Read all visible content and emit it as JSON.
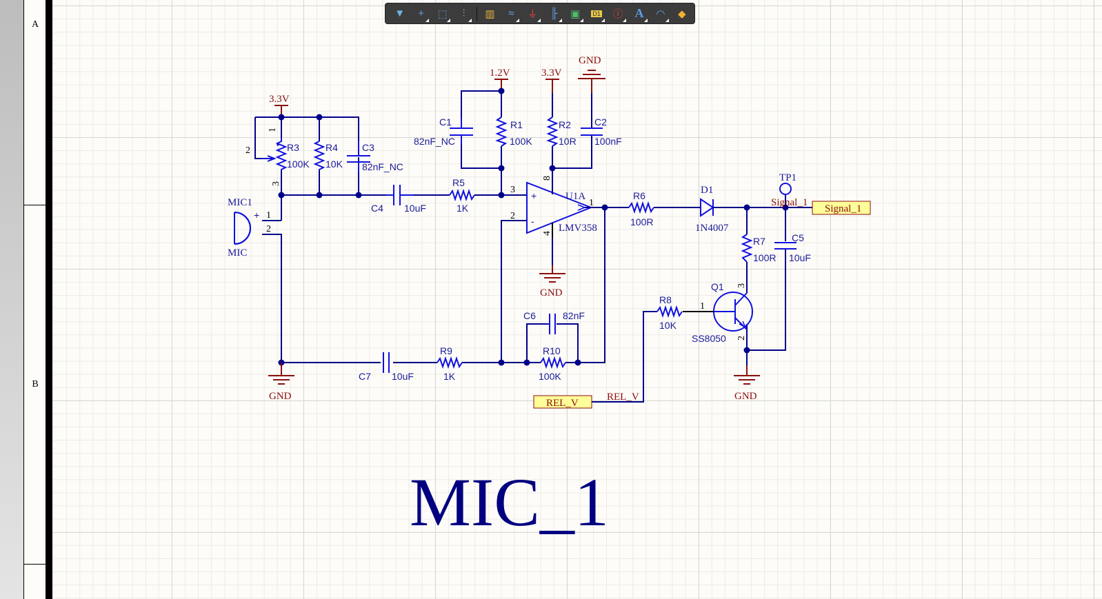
{
  "border": {
    "zones": [
      "A",
      "B"
    ]
  },
  "toolbar": {
    "items": [
      {
        "name": "filter-icon",
        "glyph": "▼",
        "color": "#6fb4e6"
      },
      {
        "name": "move-crosshair-icon",
        "glyph": "+",
        "color": "#6a9de0"
      },
      {
        "name": "select-rectangle-icon",
        "glyph": "⬚",
        "color": "#6a9de0"
      },
      {
        "name": "align-icon",
        "glyph": "⫶",
        "color": "#9a9a9a"
      },
      {
        "name": "place-part-icon",
        "glyph": "▥",
        "color": "#e5b23a"
      },
      {
        "name": "bus-icon",
        "glyph": "≈",
        "color": "#6aa7e6"
      },
      {
        "name": "power-port-icon",
        "glyph": "⏚",
        "color": "#e04040"
      },
      {
        "name": "harness-icon",
        "glyph": "╟",
        "color": "#5b9fe8"
      },
      {
        "name": "sheet-symbol-icon",
        "glyph": "▣",
        "color": "#4fbf6a"
      },
      {
        "name": "port-icon",
        "glyph": "D1",
        "color": "#e8c94a"
      },
      {
        "name": "directive-icon",
        "glyph": "ⓘ",
        "color": "#e04040"
      },
      {
        "name": "text-icon",
        "glyph": "A",
        "color": "#5b9fe8"
      },
      {
        "name": "arc-icon",
        "glyph": "◠",
        "color": "#5b9fe8"
      },
      {
        "name": "probe-icon",
        "glyph": "◆",
        "color": "#f0b030"
      }
    ]
  },
  "power": {
    "vcc33_a": "3.3V",
    "v12": "1.2V",
    "vcc33_b": "3.3V",
    "gnd_top": "GND",
    "gnd_amp": "GND",
    "gnd_left": "GND",
    "gnd_right": "GND"
  },
  "components": {
    "R3": {
      "ref": "R3",
      "value": "100K",
      "pins": [
        "1",
        "2",
        "3"
      ]
    },
    "R4": {
      "ref": "R4",
      "value": "10K"
    },
    "C3": {
      "ref": "C3",
      "value": "82nF_NC"
    },
    "C1": {
      "ref": "C1",
      "value": "82nF_NC"
    },
    "R1": {
      "ref": "R1",
      "value": "100K"
    },
    "R2": {
      "ref": "R2",
      "value": "10R"
    },
    "C2": {
      "ref": "C2",
      "value": "100nF"
    },
    "C4": {
      "ref": "C4",
      "value": "10uF"
    },
    "R5": {
      "ref": "R5",
      "value": "1K"
    },
    "MIC1": {
      "ref": "MIC1",
      "value": "MIC",
      "pins": [
        "1",
        "2"
      ],
      "plus": "+"
    },
    "U1A": {
      "ref": "U1A",
      "value": "LMV358",
      "pins": [
        "3",
        "2",
        "8",
        "4",
        "1"
      ],
      "plus": "+",
      "minus": "-"
    },
    "R6": {
      "ref": "R6",
      "value": "100R"
    },
    "D1": {
      "ref": "D1",
      "value": "1N4007"
    },
    "TP1": {
      "ref": "TP1"
    },
    "R7": {
      "ref": "R7",
      "value": "100R"
    },
    "C5": {
      "ref": "C5",
      "value": "10uF"
    },
    "Q1": {
      "ref": "Q1",
      "value": "SS8050",
      "pins": [
        "1",
        "3",
        "2"
      ]
    },
    "R8": {
      "ref": "R8",
      "value": "10K"
    },
    "C6": {
      "ref": "C6",
      "value": "82nF"
    },
    "R10": {
      "ref": "R10",
      "value": "100K"
    },
    "C7": {
      "ref": "C7",
      "value": "10uF"
    },
    "R9": {
      "ref": "R9",
      "value": "1K"
    }
  },
  "nets": {
    "signal_label": "Signal_1",
    "signal_port": "Signal_1",
    "relv_label": "REL_V",
    "relv_port": "REL_V"
  },
  "title": "MIC_1",
  "colors": {
    "wire": "#00008b",
    "component": "#1010e0",
    "power": "#8b0d0d",
    "port_fill": "#ffff99"
  }
}
